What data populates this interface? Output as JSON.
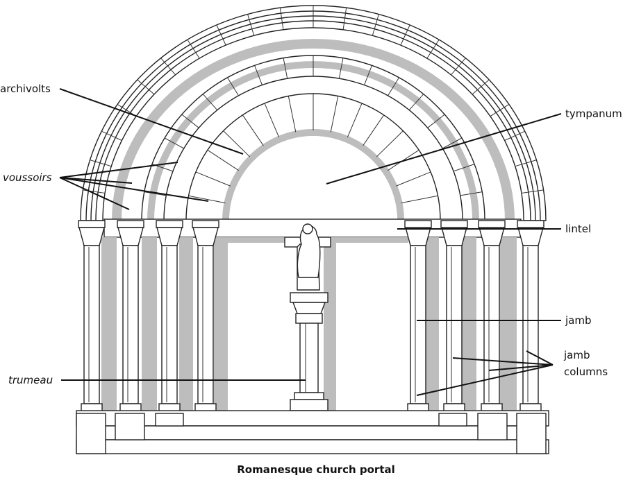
{
  "caption": "Romanesque church portal",
  "labels": {
    "archivolts": "archivolts",
    "voussoirs": "voussoirs",
    "trumeau": "trumeau",
    "tympanum": "tympanum",
    "lintel": "lintel",
    "jamb": "jamb",
    "jamb_columns_line1": "jamb",
    "jamb_columns_line2": "columns"
  },
  "colors": {
    "line": "#111111",
    "shading": "#bdbdbd",
    "background": "#ffffff"
  }
}
